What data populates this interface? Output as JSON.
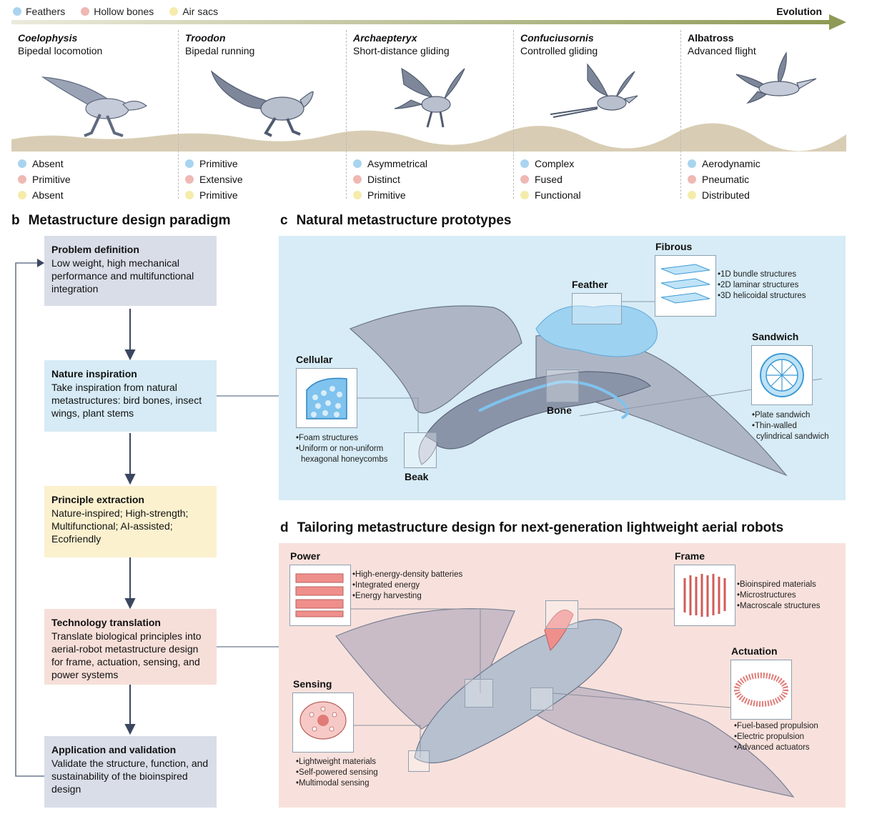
{
  "legend": [
    {
      "label": "Feathers",
      "color": "#a9d4ef"
    },
    {
      "label": "Hollow bones",
      "color": "#efb8b3"
    },
    {
      "label": "Air sacs",
      "color": "#f5ecaa"
    }
  ],
  "evolution_label": "Evolution",
  "stages": [
    {
      "name": "Coelophysis",
      "desc": "Bipedal locomotion",
      "traits": [
        "Absent",
        "Primitive",
        "Absent"
      ]
    },
    {
      "name": "Troodon",
      "desc": "Bipedal running",
      "traits": [
        "Primitive",
        "Extensive",
        "Primitive"
      ]
    },
    {
      "name": "Archaepteryx",
      "desc": "Short-distance gliding",
      "traits": [
        "Asymmetrical",
        "Distinct",
        "Primitive"
      ]
    },
    {
      "name": "Confuciusornis",
      "desc": "Controlled gliding",
      "traits": [
        "Complex",
        "Fused",
        "Functional"
      ]
    },
    {
      "name": "Albatross",
      "desc": "Advanced flight",
      "traits": [
        "Aerodynamic",
        "Pneumatic",
        "Distributed"
      ]
    }
  ],
  "section_b": {
    "letter": "b",
    "title": "Metastructure design paradigm",
    "boxes": [
      {
        "title": "Problem definition",
        "text": "Low weight, high mechanical performance and multifunctional integration",
        "color": "#d9dde8"
      },
      {
        "title": "Nature inspiration",
        "text": "Take inspiration from natural metastructures: bird bones, insect wings, plant stems",
        "color": "#d6ebf5"
      },
      {
        "title": "Principle extraction",
        "text": "Nature-inspired; High-strength; Multifunctional; AI-assisted; Ecofriendly",
        "color": "#fbf1cf"
      },
      {
        "title": "Technology translation",
        "text": "Translate biological principles into aerial-robot metastructure design for frame, actuation, sensing, and power systems",
        "color": "#f7dfd9"
      },
      {
        "title": "Application and validation",
        "text": "Validate the structure, function, and sustainability of the bioinspired design",
        "color": "#d9dde8"
      }
    ]
  },
  "section_c": {
    "letter": "c",
    "title": "Natural metastructure prototypes",
    "labels": {
      "fibrous": "Fibrous",
      "feather": "Feather",
      "sandwich": "Sandwich",
      "cellular": "Cellular",
      "bone": "Bone",
      "beak": "Beak"
    },
    "fibrous_items": [
      "1D bundle structures",
      "2D laminar structures",
      "3D helicoidal structures"
    ],
    "sandwich_items": [
      "Plate sandwich",
      "Thin-walled",
      "cylindrical sandwich"
    ],
    "cellular_items": [
      "Foam structures",
      "Uniform or non-uniform",
      "hexagonal honeycombs"
    ]
  },
  "section_d": {
    "letter": "d",
    "title": "Tailoring metastructure design for next-generation lightweight aerial robots",
    "labels": {
      "power": "Power",
      "frame": "Frame",
      "actuation": "Actuation",
      "sensing": "Sensing"
    },
    "power_items": [
      "High-energy-density batteries",
      "Integrated energy",
      "Energy harvesting"
    ],
    "frame_items": [
      "Bioinspired materials",
      "Microstructures",
      "Macroscale structures"
    ],
    "actuation_items": [
      "Fuel-based propulsion",
      "Electric propulsion",
      "Advanced actuators"
    ],
    "sensing_items": [
      "Lightweight materials",
      "Self-powered sensing",
      "Multimodal sensing"
    ]
  }
}
